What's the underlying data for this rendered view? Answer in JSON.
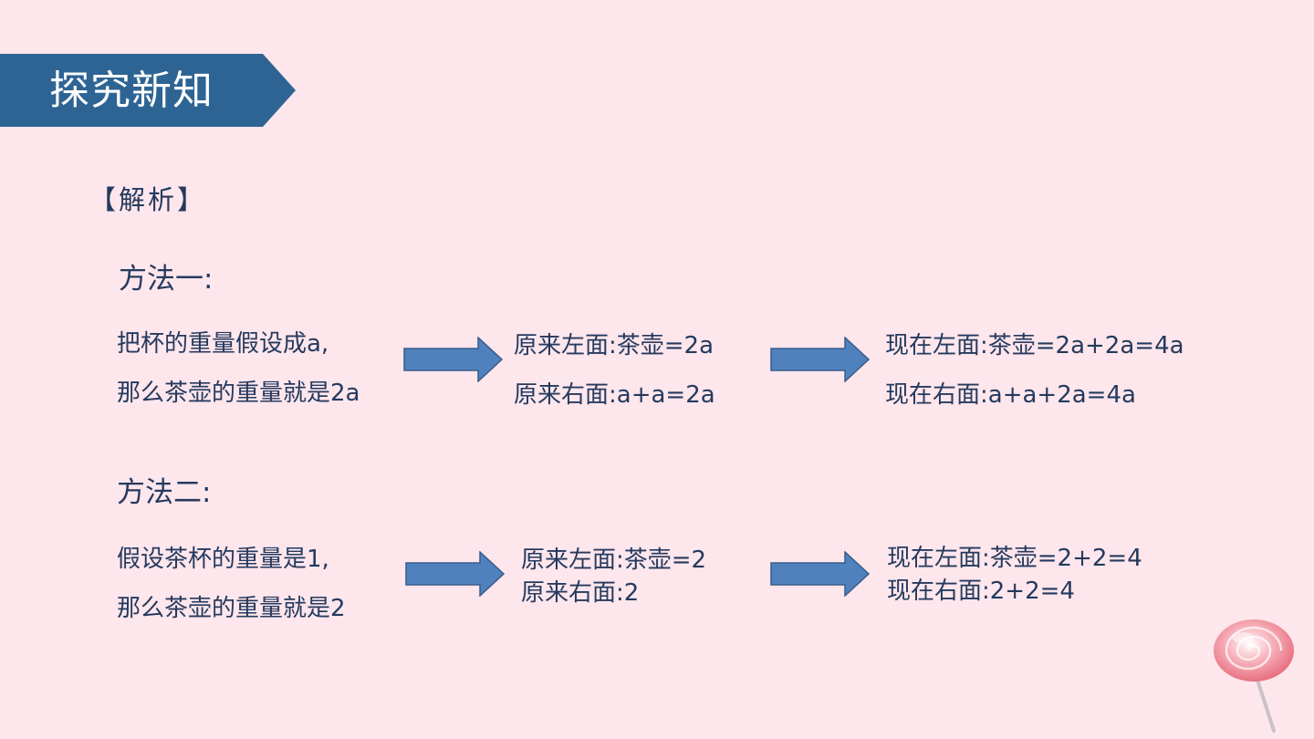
{
  "header": {
    "title": "探究新知",
    "banner_color": "#2e6493"
  },
  "analysis_label": "【解析】",
  "method1": {
    "title": "方法一:",
    "assumption": [
      "把杯的重量假设成a,",
      "那么茶壶的重量就是2a"
    ],
    "original": [
      "原来左面:茶壶=2a",
      "原来右面:a+a=2a"
    ],
    "current": [
      "现在左面:茶壶=2a+2a=4a",
      "现在右面:a+a+2a=4a"
    ]
  },
  "method2": {
    "title": "方法二:",
    "assumption": [
      "假设茶杯的重量是1,",
      "那么茶壶的重量就是2"
    ],
    "original": [
      "原来左面:茶壶=2",
      "原来右面:2"
    ],
    "current": [
      "现在左面:茶壶=2+2=4",
      "现在右面:2+2=4"
    ]
  },
  "colors": {
    "background": "#fde6ec",
    "text": "#253a5e",
    "arrow_fill": "#4f81bd",
    "arrow_stroke": "#385d8a"
  },
  "icons": [
    "arrow-right-icon",
    "lollipop-icon"
  ]
}
